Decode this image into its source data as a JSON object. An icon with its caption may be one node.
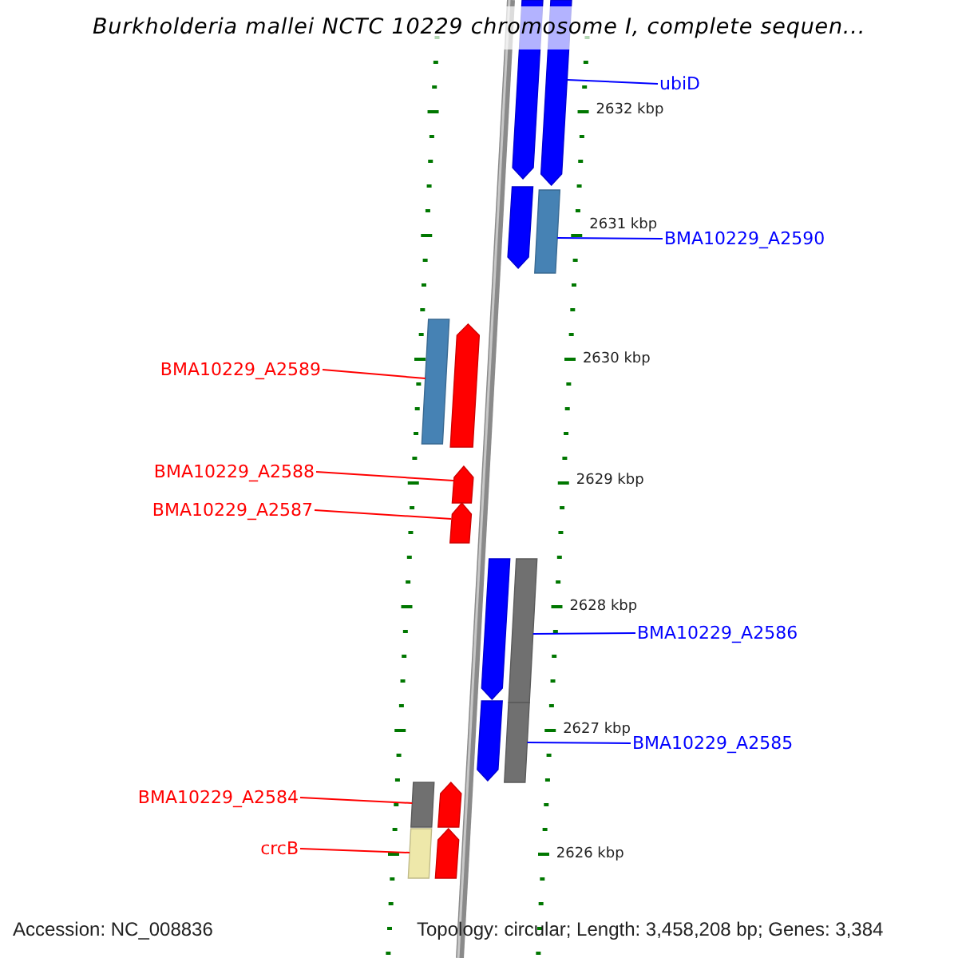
{
  "diagram": {
    "title": "Burkholderia mallei NCTC 10229 chromosome I, complete sequen...",
    "nodes": [
      {
        "text": [
          "ubiD"
        ]
      },
      {
        "text": [
          "BMA10229_A2590"
        ]
      },
      {
        "text": [
          "BMA10229_A2589"
        ]
      },
      {
        "text": [
          "BMA10229_A2588"
        ]
      },
      {
        "text": [
          "BMA10229_A2587"
        ]
      },
      {
        "text": [
          "BMA10229_A2586"
        ]
      },
      {
        "text": [
          "BMA10229_A2585"
        ]
      },
      {
        "text": [
          "BMA10229_A2584"
        ]
      },
      {
        "text": [
          "crcB"
        ]
      },
      {
        "text": [],
        "shape": "bar"
      },
      {
        "text": [],
        "shape": "bar"
      },
      {
        "text": [],
        "shape": "bar"
      },
      {
        "text": [],
        "shape": "bar"
      },
      {
        "text": [],
        "shape": "bar"
      },
      {
        "text": [],
        "shape": "bar"
      },
      {
        "text": [],
        "shape": "bar"
      },
      {
        "text": [],
        "shape": "bar"
      },
      {
        "text": [],
        "shape": "bar"
      },
      {
        "text": [],
        "shape": "bar"
      },
      {
        "text": [],
        "shape": "bar"
      },
      {
        "text": [],
        "shape": "bar"
      },
      {
        "text": [],
        "shape": "bar"
      },
      {
        "text": [],
        "shape": "bar"
      },
      {
        "text": [],
        "shape": "bar"
      },
      {
        "text": [],
        "shape": "bar"
      }
    ],
    "edges": [
      {
        "from": 0,
        "to": 10,
        "arrow": "none",
        "color": "#0000ff"
      },
      {
        "from": 1,
        "to": 12,
        "arrow": "none",
        "color": "#0000ff"
      },
      {
        "from": 2,
        "to": 13,
        "arrow": "none"
      },
      {
        "from": 3,
        "to": 15,
        "arrow": "none"
      },
      {
        "from": 4,
        "to": 16,
        "arrow": "none"
      },
      {
        "from": 5,
        "to": 18,
        "arrow": "none",
        "color": "#0000ff"
      },
      {
        "from": 6,
        "to": 20,
        "arrow": "none",
        "color": "#0000ff"
      },
      {
        "from": 7,
        "to": 21,
        "arrow": "none"
      },
      {
        "from": 8,
        "to": 23,
        "arrow": "none"
      }
    ],
    "labels": [
      "2632 kbp",
      "2631 kbp",
      "2630 kbp",
      "2629 kbp",
      "2628 kbp",
      "2627 kbp",
      "2626 kbp",
      "Accession: NC_008836",
      "Topology: circular; Length: 3,458,208 bp; Genes: 3,384"
    ]
  }
}
